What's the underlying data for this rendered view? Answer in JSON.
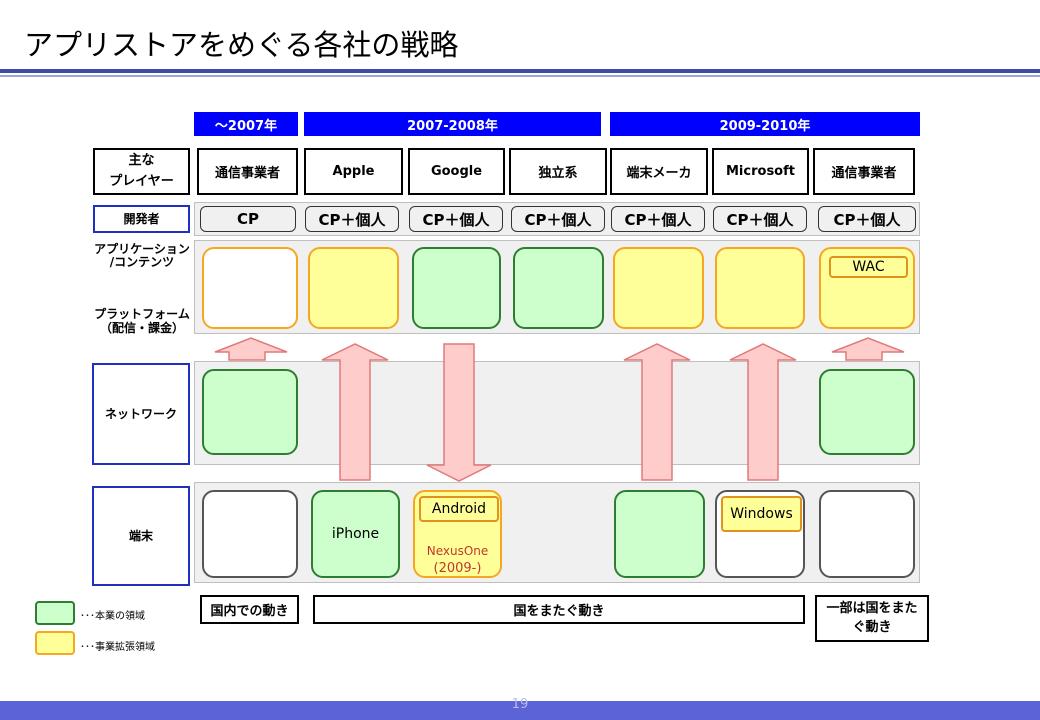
{
  "title": "アプリストアをめぐる各社の戦略",
  "periods": [
    "～2007年",
    "2007-2008年",
    "2009-2010年"
  ],
  "players_header": "主な\nプレイヤー",
  "players": [
    "通信事業者",
    "Apple",
    "Google",
    "独立系",
    "端末メーカ",
    "Microsoft",
    "通信事業者"
  ],
  "row_labels": {
    "developer": "開発者",
    "app": "アプリケーション\n/コンテンツ",
    "platform": "プラットフォーム\n（配信・課金）",
    "network": "ネットワーク",
    "device": "端末"
  },
  "developers": [
    "CP",
    "CP＋個人",
    "CP＋個人",
    "CP＋個人",
    "CP＋個人",
    "CP＋個人",
    "CP＋個人"
  ],
  "app_inner_label": "WAC",
  "device_labels": {
    "apple": "iPhone",
    "google_inner": "Android",
    "google_model": "NexusOne",
    "google_year": "(2009-)",
    "microsoft_inner": "Windows"
  },
  "bottom": [
    "国内での動き",
    "国をまたぐ動き",
    "一部は国をまたぐ動き"
  ],
  "legend": [
    {
      "label": "･･･本業の領域",
      "color": "#ccffcc",
      "border": "#2e7d32"
    },
    {
      "label": "･･･事業拡張領域",
      "color": "#ffff99",
      "border": "#f5a623"
    }
  ],
  "page_number": "19"
}
